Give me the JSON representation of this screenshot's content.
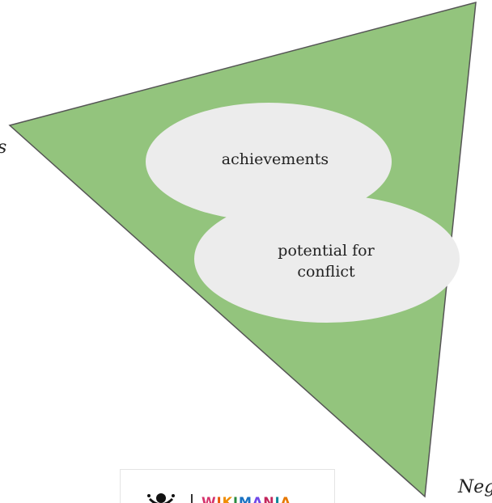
{
  "diagram": {
    "ellipse_top_label": "achievements",
    "ellipse_bottom_label_line1": "potential for",
    "ellipse_bottom_label_line2": "conflict",
    "edge_left_fragment": "s",
    "edge_right_fragment": "Neg"
  },
  "logo": {
    "wordmark": "WIKIMANIA"
  },
  "colors": {
    "triangle_fill": "#93c47d",
    "triangle_stroke": "#555555",
    "ellipse_fill": "#ececec"
  }
}
